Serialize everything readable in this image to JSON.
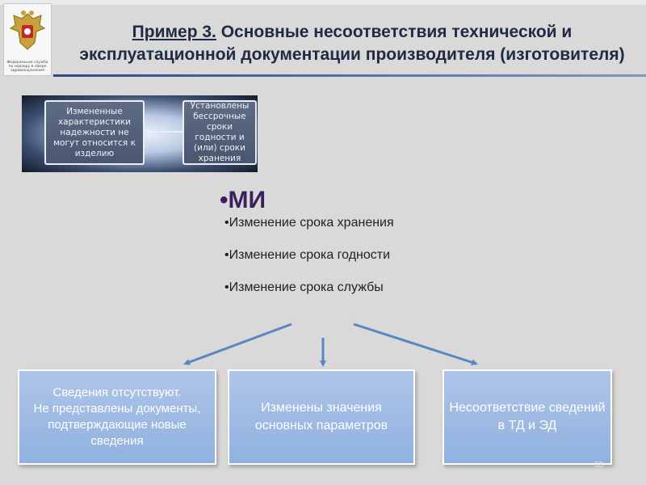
{
  "logo": {
    "caption": "Федеральная служба\nпо надзору в сфере\nздравоохранения"
  },
  "title": {
    "prefix": "Пример 3.",
    "text": " Основные несоответствия технической и эксплуатационной документации производителя (изготовителя)"
  },
  "photo": {
    "left_box": "Измененные характеристики надежности не могут относится к изделию",
    "right_box": "Установлены бессрочные сроки годности и (или) сроки хранения"
  },
  "section": {
    "heading": "•МИ",
    "bullets": [
      "•Изменение срока хранения",
      "•Изменение срока годности",
      "•Изменение срока службы"
    ]
  },
  "boxes": [
    {
      "text": "Сведения отсутствуют.\nНе представлены документы, подтверждающие новые сведения"
    },
    {
      "text": "Изменены значения основных параметров"
    },
    {
      "text": "Несоответствие сведений в ТД и ЭД"
    }
  ],
  "colors": {
    "title": "#1f2a44",
    "heading": "#3c1f5c",
    "box_fill": "#9fbbe4",
    "arrow": "#5b86c4"
  },
  "page_number": "33"
}
